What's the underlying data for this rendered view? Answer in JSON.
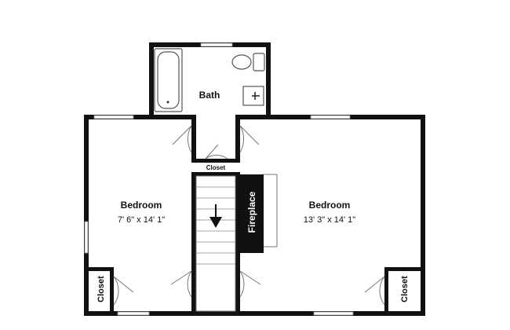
{
  "rooms": {
    "bath": {
      "name": "Bath"
    },
    "bedroom_left": {
      "name": "Bedroom",
      "size": "7' 6\" x 14' 1\""
    },
    "bedroom_right": {
      "name": "Bedroom",
      "size": "13' 3\" x 14' 1\""
    },
    "closet_small": {
      "name": "Closet"
    },
    "closet_left": {
      "name": "Closet"
    },
    "closet_right": {
      "name": "Closet"
    },
    "fireplace": {
      "name": "Fireplace"
    }
  },
  "colors": {
    "wall": "#111111",
    "background": "#ffffff"
  }
}
